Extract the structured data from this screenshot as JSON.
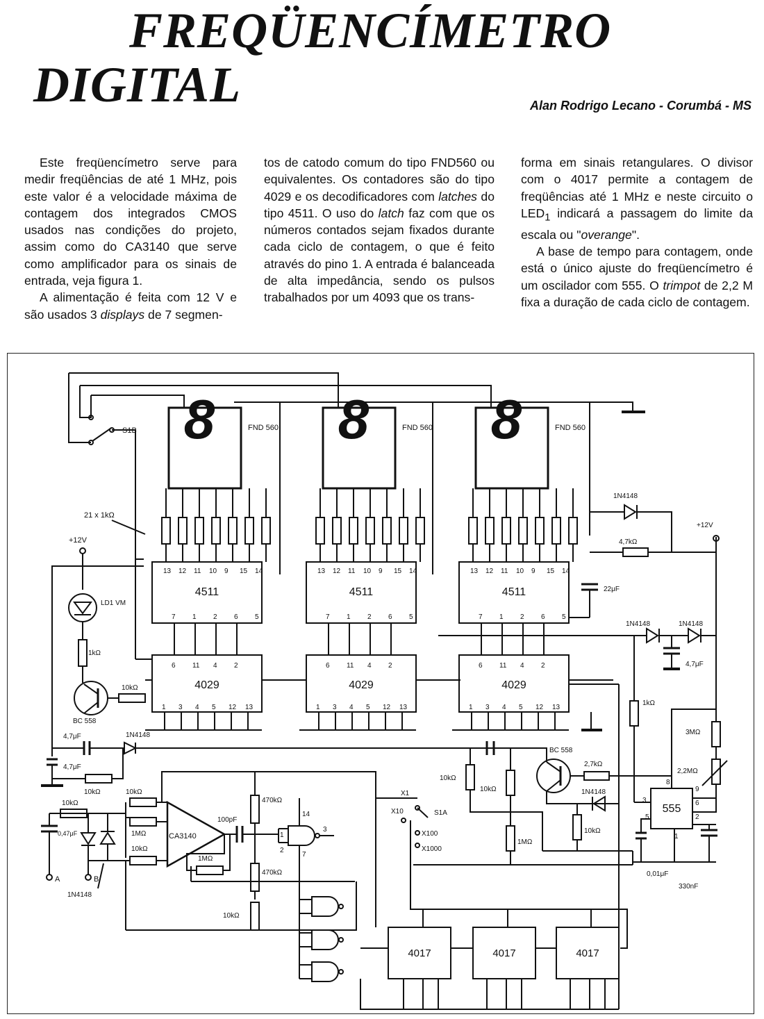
{
  "article": {
    "title_line1": "FREQÜENCÍMETRO",
    "title_line2": "DIGITAL",
    "author": "Alan Rodrigo Lecano - Corumbá - MS"
  },
  "columns": [
    {
      "paragraphs": [
        {
          "runs": [
            {
              "t": "Este freqüencímetro serve para medir freqüências de até 1 MHz, pois este valor é a velocidade máxima de contagem dos integrados CMOS usados nas condições do projeto, assim como do CA3140 que serve como amplificador para os sinais de entrada, veja figura 1."
            }
          ]
        },
        {
          "runs": [
            {
              "t": "A alimentação é feita com 12 V e são usados 3 "
            },
            {
              "t": "displays",
              "i": true
            },
            {
              "t": " de 7 segmen-"
            }
          ]
        }
      ]
    },
    {
      "paragraphs": [
        {
          "runs": [
            {
              "t": "tos de catodo comum do tipo FND560 ou equivalentes. Os contadores são do tipo 4029 e os decodificadores com "
            },
            {
              "t": "latches",
              "i": true
            },
            {
              "t": " do tipo 4511. O uso do "
            },
            {
              "t": "latch",
              "i": true
            },
            {
              "t": " faz com que os números contados sejam fixados durante cada ciclo de contagem, o que é feito através do pino 1. A entrada é balanceada de alta impedância, sendo os pulsos trabalhados por um 4093 que os trans-"
            }
          ]
        }
      ]
    },
    {
      "paragraphs": [
        {
          "runs": [
            {
              "t": "forma em sinais retangulares. O divisor com o 4017 permite a contagem de freqüências até 1 MHz e neste circuito o LED"
            },
            {
              "t": "1",
              "sub": true
            },
            {
              "t": " indicará a passagem do limite da escala ou \""
            },
            {
              "t": "overange",
              "i": true
            },
            {
              "t": "\"."
            }
          ]
        },
        {
          "runs": [
            {
              "t": "A base de tempo para contagem, onde está o único ajuste do freqüencímetro é um oscilador com 555. O "
            },
            {
              "t": "trimpot",
              "i": true
            },
            {
              "t": " de 2,2 M fixa a duração de cada ciclo de contagem."
            }
          ]
        }
      ]
    }
  ],
  "schematic": {
    "display_labels": [
      "FND 560",
      "FND 560",
      "FND 560"
    ],
    "decoder_label": "4511",
    "counter_label": "4029",
    "timer_label": "555",
    "divider_label": "4017",
    "opamp_label": "CA3140",
    "switch_s1b": "S1B",
    "switch_s1a": "S1A",
    "res_array": "21 x 1kΩ",
    "supply": "+12V",
    "led": "LD1 VM",
    "transistor": "BC 558",
    "diode": "1N4148",
    "labels": {
      "r1k": "1kΩ",
      "r10k": "10kΩ",
      "r1m": "1MΩ",
      "r470k": "470kΩ",
      "r47k": "4,7kΩ",
      "r27k": "2,7kΩ",
      "r3m": "3MΩ",
      "r22m": "2,2MΩ",
      "c47u": "4,7μF",
      "c22u": "22μF",
      "c047": "0,47μF",
      "c100p": "100pF",
      "c001": "0,01μF",
      "c330n": "330nF",
      "x1": "X1",
      "x10": "X10",
      "x100": "X100",
      "x1000": "X1000",
      "in_a": "A",
      "in_b": "B"
    }
  }
}
